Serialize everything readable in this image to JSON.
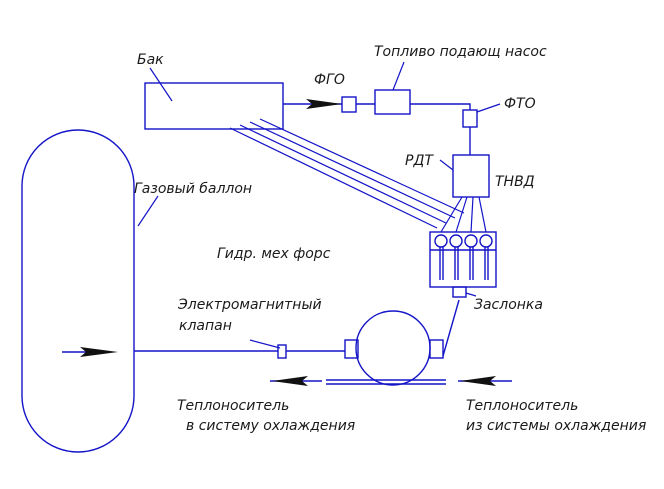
{
  "labels": {
    "tank": "Бак",
    "fuel_pump": "Топливо подающ насос",
    "fgo": "ФГО",
    "fto": "ФТО",
    "rdt": "РДТ",
    "tnvd": "ТНВД",
    "gas_cylinder": "Газовый баллон",
    "injectors": "Гидр. мех форс",
    "solenoid_line1": "Электромагнитный",
    "solenoid_line2": "клапан",
    "damper": "Заслонка",
    "coolant_to_line1": "Теплоноситель",
    "coolant_to_line2": "в систему охлаждения",
    "coolant_from_line1": "Теплоноситель",
    "coolant_from_line2": "из системы охлаждения"
  },
  "colors": {
    "line": "#1414c8",
    "arrow": "#111111",
    "text": "#1a1a1a",
    "background": "#ffffff"
  }
}
